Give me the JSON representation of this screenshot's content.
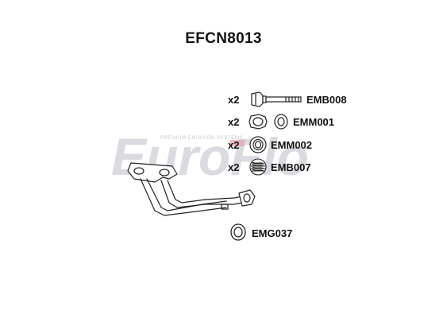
{
  "title": "EFCN8013",
  "watermark": {
    "brand": "EuroFlo",
    "tagline": "PREMIUM EMISSION SYSTEMS"
  },
  "parts": [
    {
      "qty": "x2",
      "code": "EMB008",
      "icon": "bolt-icon"
    },
    {
      "qty": "x2",
      "code": "EMM001",
      "icon": "rubber-mount-icon"
    },
    {
      "qty": "x2",
      "code": "EMM002",
      "icon": "ring-mount-icon"
    },
    {
      "qty": "x2",
      "code": "EMB007",
      "icon": "spring-icon"
    },
    {
      "qty": "",
      "code": "EMG037",
      "icon": "gasket-icon"
    }
  ],
  "colors": {
    "line": "#222222",
    "watermark": "#d4d4dc",
    "watermark_accent": "#e9a0a8"
  }
}
